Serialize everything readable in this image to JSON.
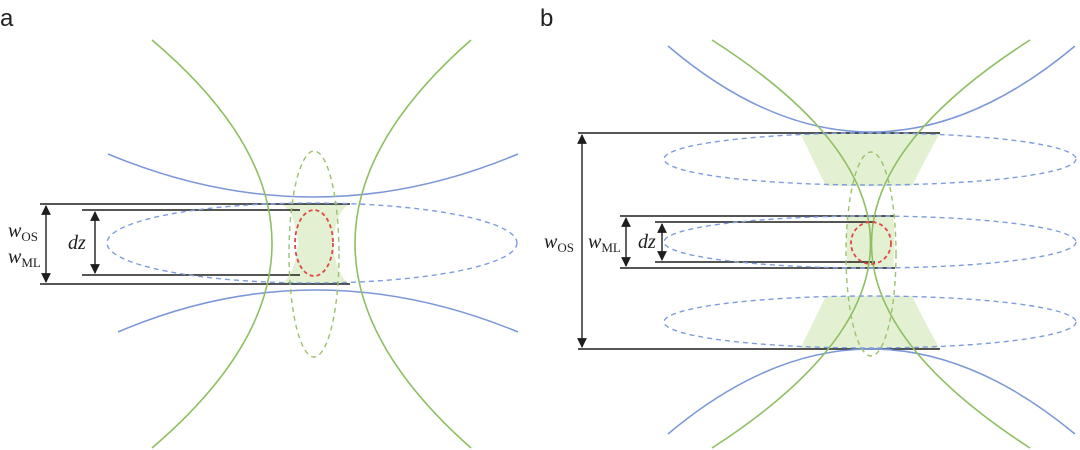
{
  "panels": {
    "a": {
      "label": "a",
      "w_os": {
        "base": "w",
        "sub": "OS"
      },
      "w_ml": {
        "base": "w",
        "sub": "ML"
      },
      "dz": "dz"
    },
    "b": {
      "label": "b",
      "w_os": {
        "base": "w",
        "sub": "OS"
      },
      "w_ml": {
        "base": "w",
        "sub": "ML"
      },
      "dz": "dz"
    }
  },
  "colors": {
    "green_curve": "#8fbf62",
    "blue_curve": "#7b97d8",
    "fill_green": "#e3f0d2",
    "dashed_green": "#9ac26e",
    "dashed_blue": "#7e9ce0",
    "dashed_red": "#e04848",
    "lines": "#1e1e1e"
  }
}
